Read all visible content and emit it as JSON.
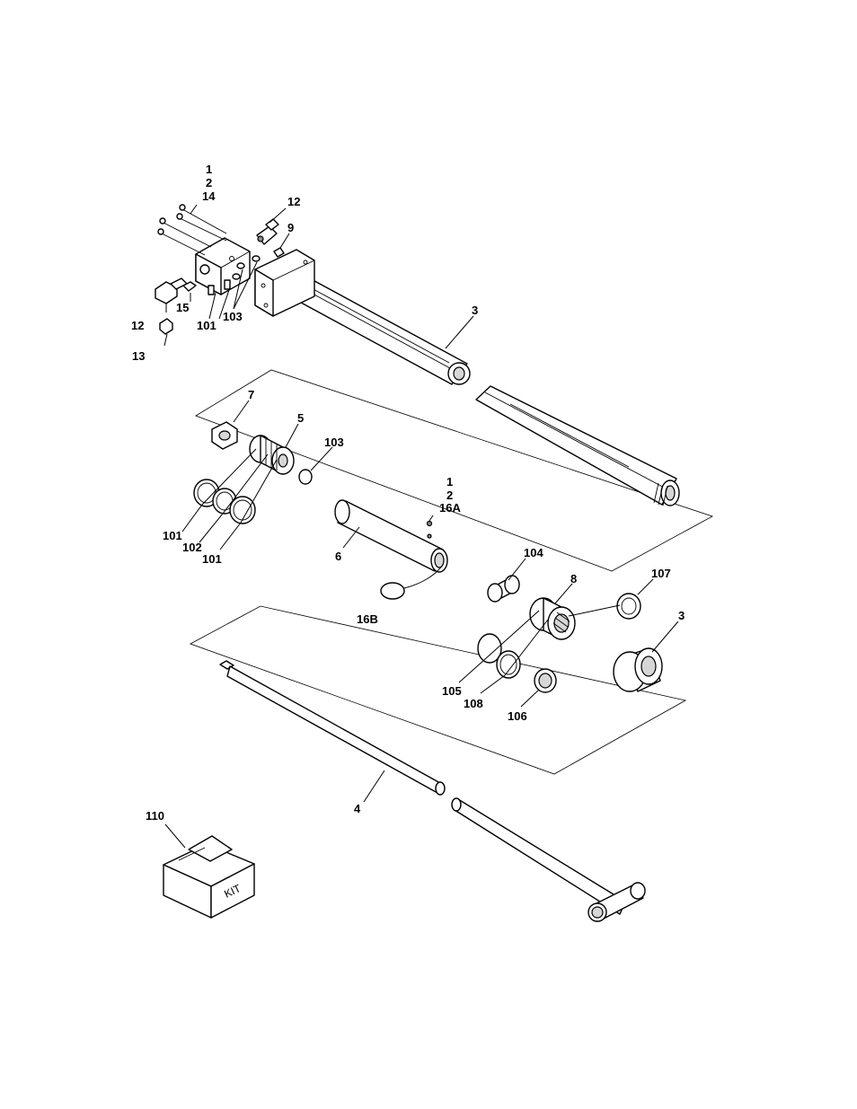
{
  "callouts": {
    "c1": "1",
    "c2": "2",
    "c14": "14",
    "c12a": "12",
    "c9": "9",
    "c3a": "3",
    "c15": "15",
    "c101a": "101",
    "c103a": "103",
    "c12b": "12",
    "c13": "13",
    "c7": "7",
    "c5": "5",
    "c103b": "103",
    "c1b": "1",
    "c2b": "2",
    "c16a": "16A",
    "c101b": "101",
    "c102": "102",
    "c101c": "101",
    "c6": "6",
    "c16b": "16B",
    "c104": "104",
    "c8": "8",
    "c107": "107",
    "c3b": "3",
    "c105": "105",
    "c108": "108",
    "c106": "106",
    "c4": "4",
    "c110": "110"
  },
  "kit_box_text": "KIT"
}
